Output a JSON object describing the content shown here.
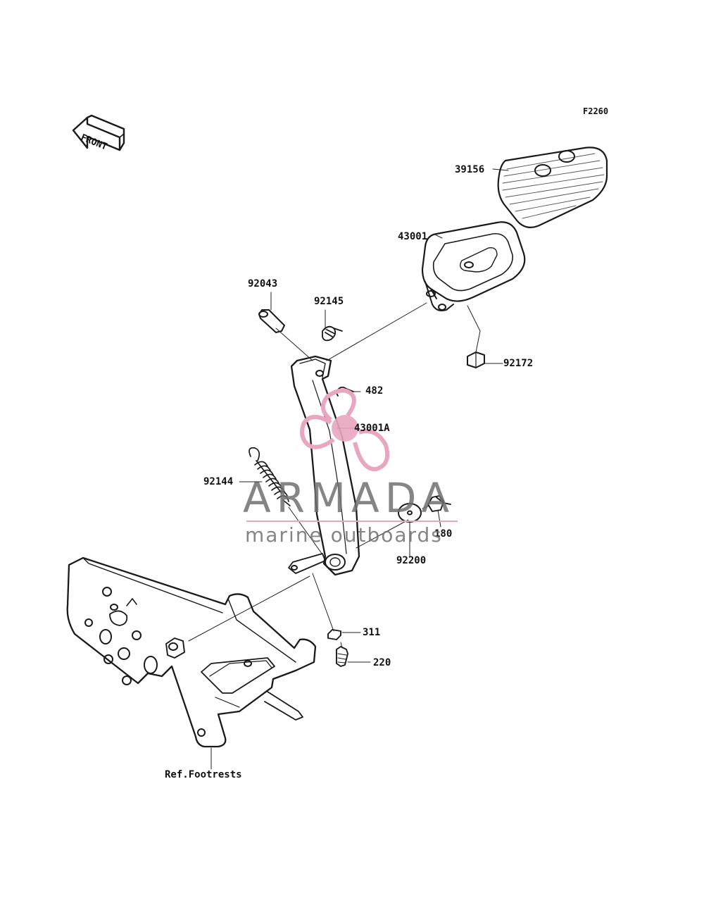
{
  "diagram": {
    "code": "F2260",
    "front_arrow_text": "FRONT",
    "reference_label": "Ref.Footrests",
    "watermark": {
      "title": "ARMADA",
      "subtitle": "marine outboards",
      "accent_color": "#e8a6c0",
      "text_color": "#707070"
    },
    "parts": [
      {
        "id": "39156",
        "label": "39156"
      },
      {
        "id": "43001",
        "label": "43001"
      },
      {
        "id": "92043",
        "label": "92043"
      },
      {
        "id": "92145",
        "label": "92145"
      },
      {
        "id": "92172",
        "label": "92172"
      },
      {
        "id": "482",
        "label": "482"
      },
      {
        "id": "43001A",
        "label": "43001A"
      },
      {
        "id": "92144",
        "label": "92144"
      },
      {
        "id": "180",
        "label": "180"
      },
      {
        "id": "92200",
        "label": "92200"
      },
      {
        "id": "311",
        "label": "311"
      },
      {
        "id": "220",
        "label": "220"
      }
    ]
  }
}
